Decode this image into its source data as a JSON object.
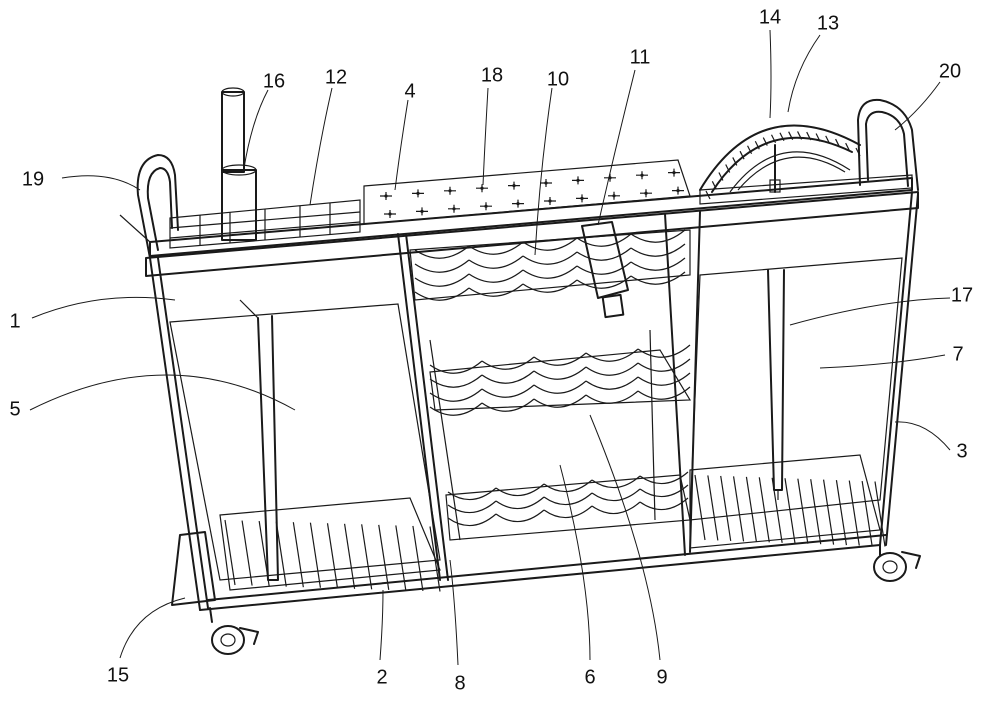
{
  "diagram": {
    "labels": [
      {
        "id": "l19",
        "text": "19"
      },
      {
        "id": "l16",
        "text": "16"
      },
      {
        "id": "l12",
        "text": "12"
      },
      {
        "id": "l4",
        "text": "4"
      },
      {
        "id": "l18",
        "text": "18"
      },
      {
        "id": "l10",
        "text": "10"
      },
      {
        "id": "l11",
        "text": "11"
      },
      {
        "id": "l14",
        "text": "14"
      },
      {
        "id": "l13",
        "text": "13"
      },
      {
        "id": "l20",
        "text": "20"
      },
      {
        "id": "l1",
        "text": "1"
      },
      {
        "id": "l5",
        "text": "5"
      },
      {
        "id": "l17",
        "text": "17"
      },
      {
        "id": "l7",
        "text": "7"
      },
      {
        "id": "l3",
        "text": "3"
      },
      {
        "id": "l15",
        "text": "15"
      },
      {
        "id": "l2",
        "text": "2"
      },
      {
        "id": "l8",
        "text": "8"
      },
      {
        "id": "l6",
        "text": "6"
      },
      {
        "id": "l9",
        "text": "9"
      }
    ]
  }
}
